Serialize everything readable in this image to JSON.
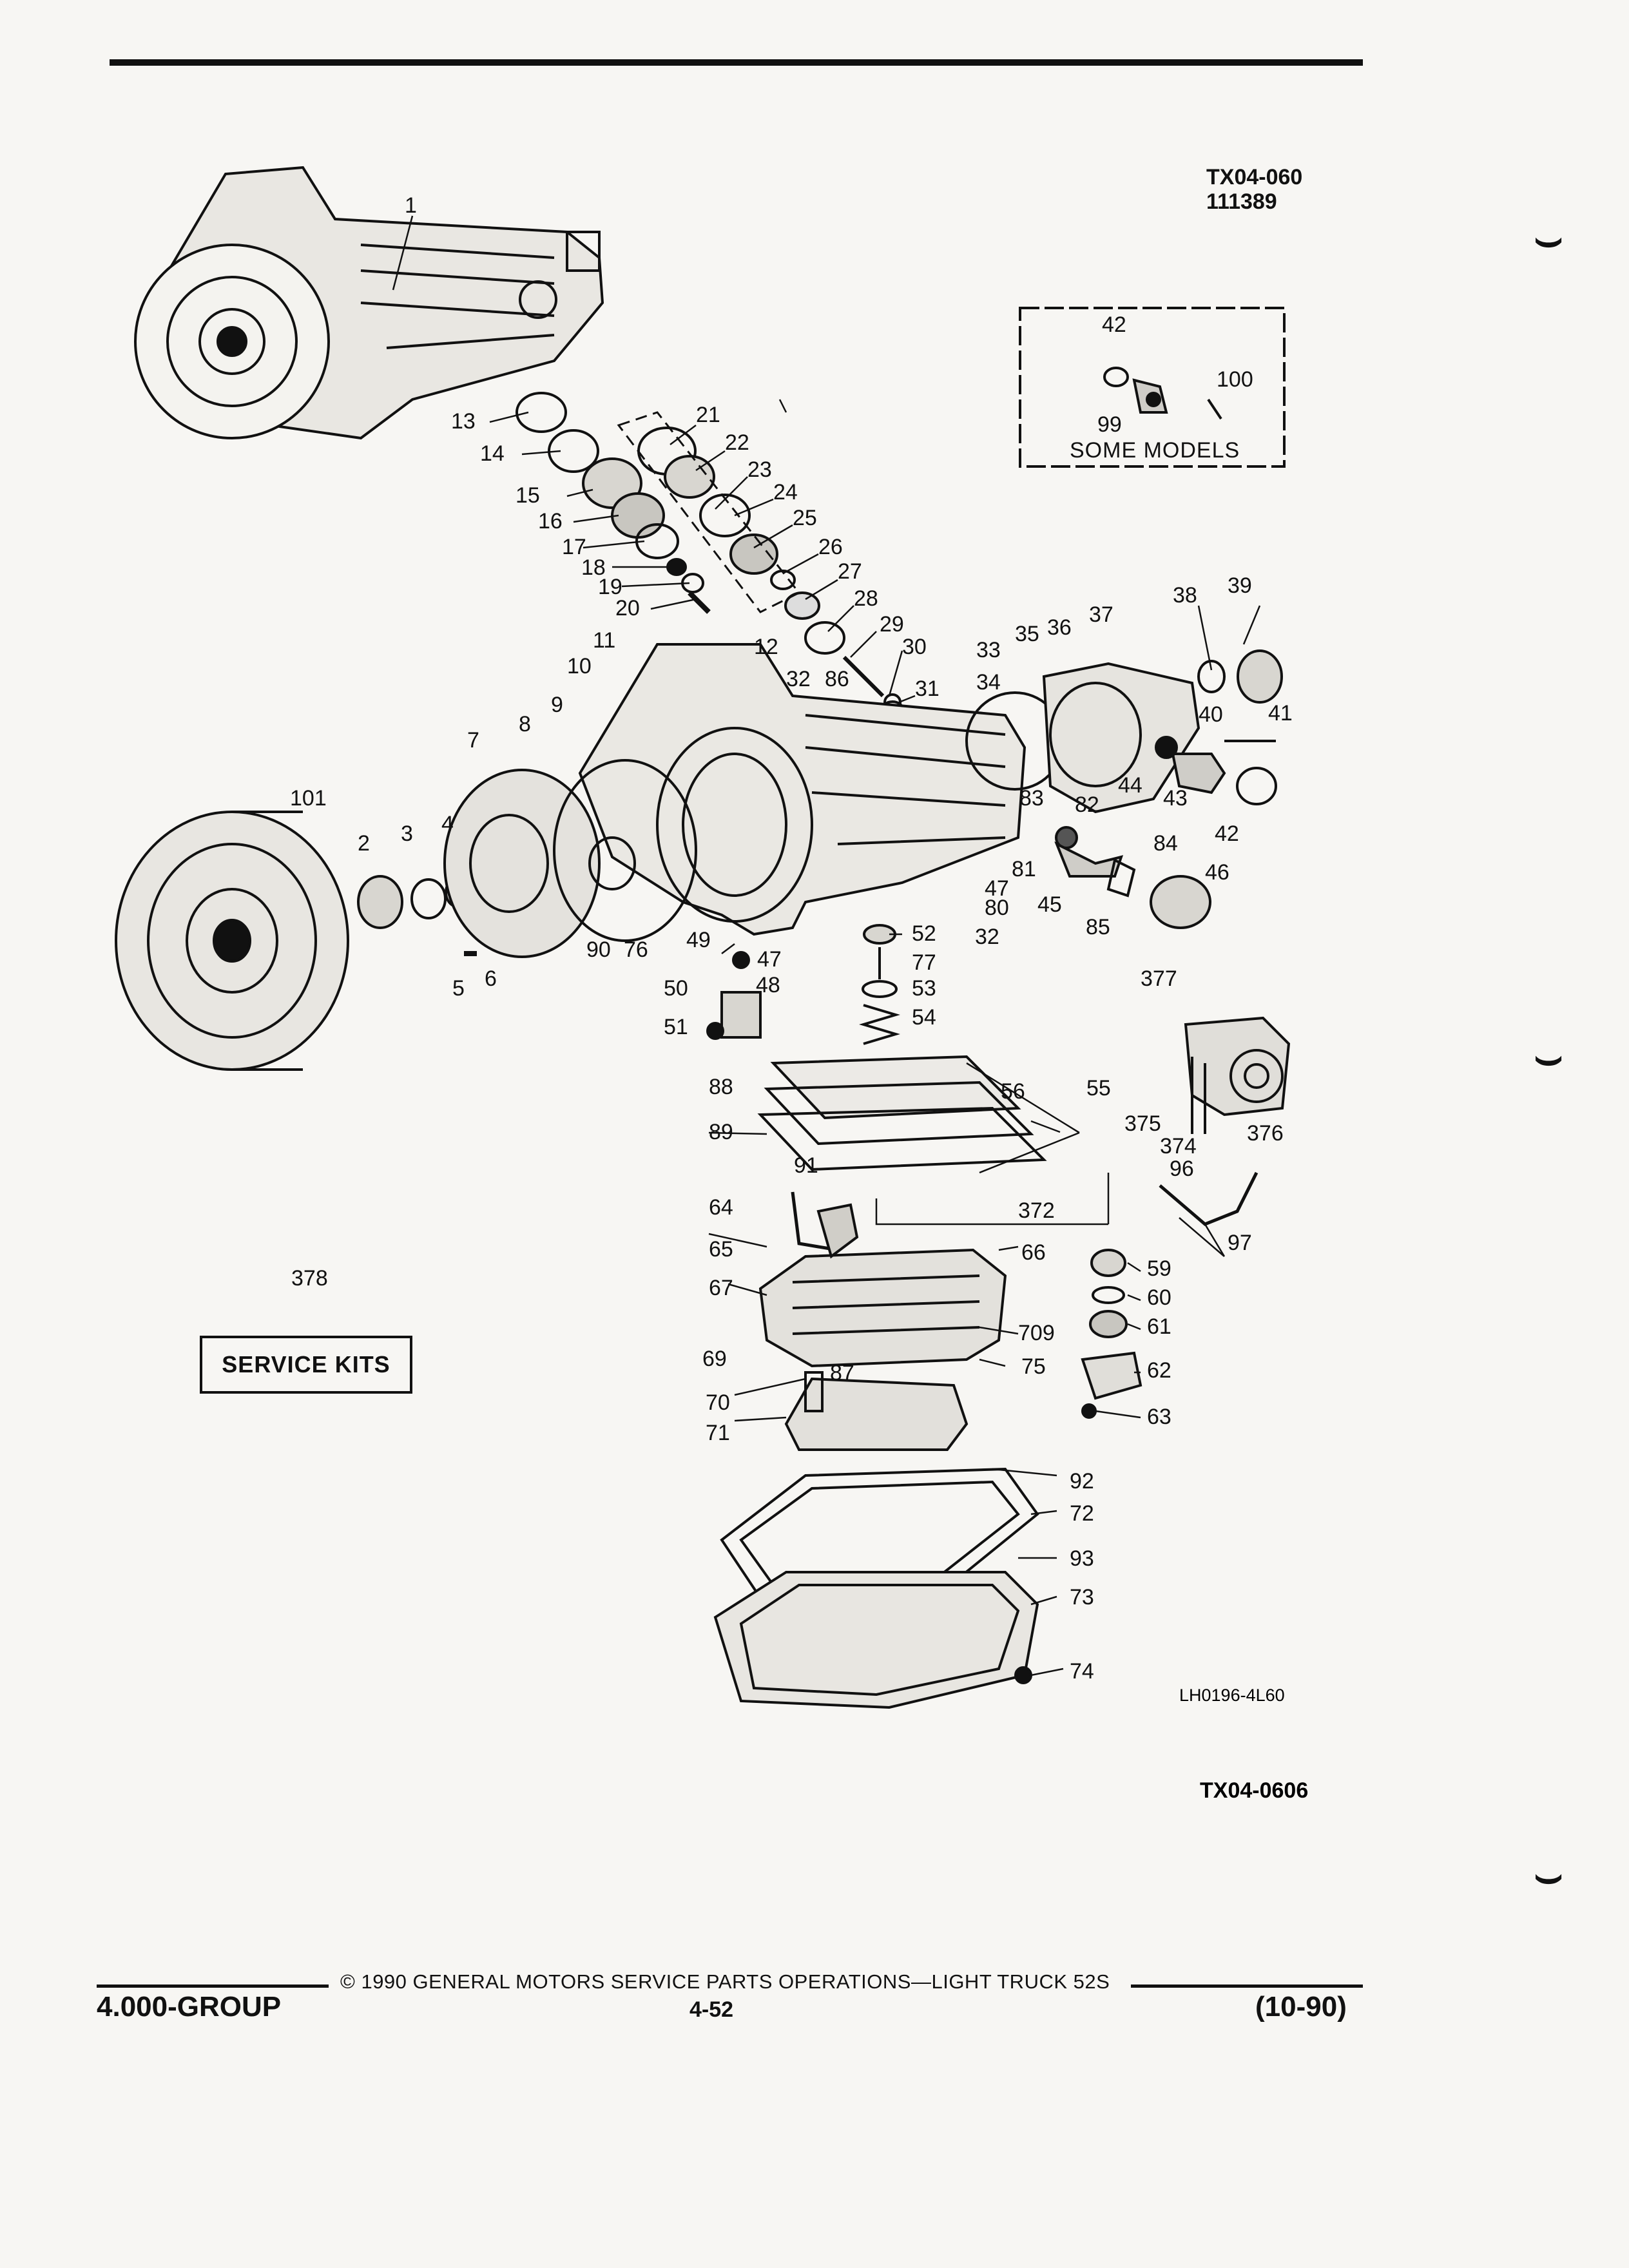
{
  "header": {
    "ref_code": "TX04-060",
    "ref_number": "111389"
  },
  "inset": {
    "title": "SOME MODELS",
    "callouts": [
      "42",
      "100",
      "99"
    ]
  },
  "callouts": {
    "c1": "1",
    "c13": "13",
    "c14": "14",
    "c15": "15",
    "c16": "16",
    "c17": "17",
    "c18": "18",
    "c19": "19",
    "c20": "20",
    "c21": "21",
    "c22": "22",
    "c23": "23",
    "c24": "24",
    "c25": "25",
    "c26": "26",
    "c27": "27",
    "c28": "28",
    "c29": "29",
    "c30": "30",
    "c31": "31",
    "c32a": "32",
    "c86": "86",
    "c33": "33",
    "c34": "34",
    "c35": "35",
    "c36": "36",
    "c37": "37",
    "c38": "38",
    "c39": "39",
    "c40": "40",
    "c41": "41",
    "c42": "42",
    "c43": "43",
    "c44": "44",
    "c45": "45",
    "c46": "46",
    "c12": "12",
    "c11": "11",
    "c10": "10",
    "c9": "9",
    "c8": "8",
    "c7": "7",
    "c101": "101",
    "c2": "2",
    "c3": "3",
    "c4": "4",
    "c5": "5",
    "c6": "6",
    "c90": "90",
    "c76": "76",
    "c49": "49",
    "c47a": "47",
    "c47b": "47",
    "c48": "48",
    "c50": "50",
    "c51": "51",
    "c52": "52",
    "c77": "77",
    "c53": "53",
    "c54": "54",
    "c80": "80",
    "c81": "81",
    "c32b": "32",
    "c83": "83",
    "c82": "82",
    "c84": "84",
    "c85": "85",
    "c377": "377",
    "c375": "375",
    "c374": "374",
    "c376": "376",
    "c96": "96",
    "c97": "97",
    "c88": "88",
    "c56": "56",
    "c55": "55",
    "c89": "89",
    "c91": "91",
    "c64": "64",
    "c372": "372",
    "c65": "65",
    "c66": "66",
    "c67": "67",
    "c59": "59",
    "c60": "60",
    "c61": "61",
    "c709": "709",
    "c69": "69",
    "c87": "87",
    "c75": "75",
    "c62": "62",
    "c70": "70",
    "c71": "71",
    "c63": "63",
    "c92": "92",
    "c72": "72",
    "c93": "93",
    "c73": "73",
    "c74": "74",
    "c378": "378"
  },
  "service_kits": "SERVICE KITS",
  "drawing_code": "LH0196-4L60",
  "sub_ref": "TX04-0606",
  "footer": {
    "copyright": "© 1990 GENERAL MOTORS SERVICE PARTS OPERATIONS—LIGHT TRUCK 52S",
    "group": "4.000-GROUP",
    "page": "4-52",
    "revision": "(10-90)"
  }
}
